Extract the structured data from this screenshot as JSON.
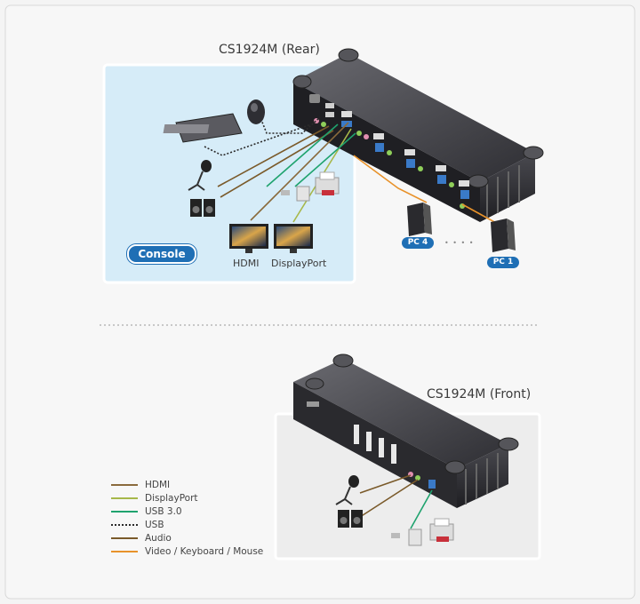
{
  "rear": {
    "title": "CS1924M (Rear)",
    "console_label": "Console",
    "hdmi_label": "HDMI",
    "dp_label": "DisplayPort",
    "pc4_label": "PC 4",
    "pc1_label": "PC 1",
    "ellipsis": "• • • •"
  },
  "front": {
    "title": "CS1924M (Front)"
  },
  "legend": {
    "items": [
      {
        "label": "HDMI",
        "color": "#8a6a3c",
        "style": "solid"
      },
      {
        "label": "DisplayPort",
        "color": "#a7b84a",
        "style": "solid"
      },
      {
        "label": "USB 3.0",
        "color": "#1fa36e",
        "style": "solid"
      },
      {
        "label": "USB",
        "color": "#2b2b2b",
        "style": "dotted"
      },
      {
        "label": "Audio",
        "color": "#7a5a2a",
        "style": "solid"
      },
      {
        "label": "Video / Keyboard / Mouse",
        "color": "#e8922a",
        "style": "solid"
      }
    ]
  },
  "colors": {
    "console_bg": "#d6ecf8",
    "front_bg": "#ededed",
    "device_dark": "#3a3a3f",
    "badge_blue": "#1f6fb5"
  }
}
